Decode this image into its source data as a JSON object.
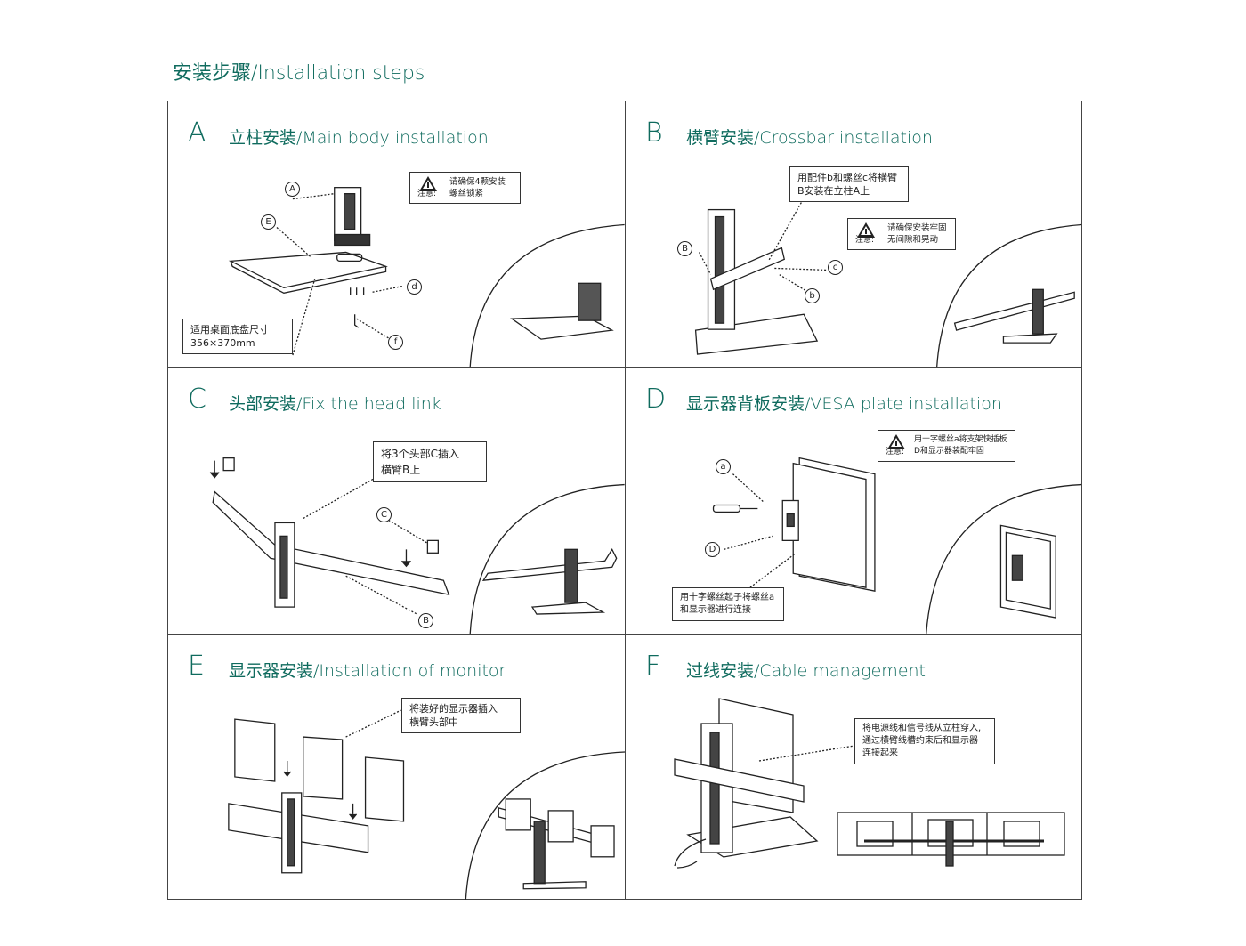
{
  "page_title": "安装步骤/Installation steps",
  "warning_label": "注意:",
  "panels": [
    {
      "letter": "A",
      "title": "立柱安装/Main body installation",
      "note": "适用桌面底盘尺寸\n356×370mm",
      "warning": "请确保4颗安装\n螺丝锁紧",
      "callouts": [
        "A",
        "E",
        "d",
        "f"
      ]
    },
    {
      "letter": "B",
      "title": "横臂安装/Crossbar installation",
      "note": "用配件b和螺丝c将横臂\nB安装在立柱A上",
      "warning": "请确保安装牢固\n无间隙和晃动",
      "callouts": [
        "B",
        "c",
        "b"
      ]
    },
    {
      "letter": "C",
      "title": "头部安装/Fix the head link",
      "note": "将3个头部C插入\n横臂B上",
      "callouts": [
        "C",
        "B"
      ]
    },
    {
      "letter": "D",
      "title": "显示器背板安装/VESA plate installation",
      "note": "用十字螺丝起子将螺丝a\n和显示器进行连接",
      "warning": "用十字螺丝a将支架快插板\nD和显示器装配牢固",
      "callouts": [
        "a",
        "D"
      ]
    },
    {
      "letter": "E",
      "title": "显示器安装/Installation of monitor",
      "note": "将装好的显示器插入\n横臂头部中"
    },
    {
      "letter": "F",
      "title": "过线安装/Cable management",
      "note": "将电源线和信号线从立柱穿入,\n通过横臂线槽约束后和显示器\n连接起来"
    }
  ]
}
